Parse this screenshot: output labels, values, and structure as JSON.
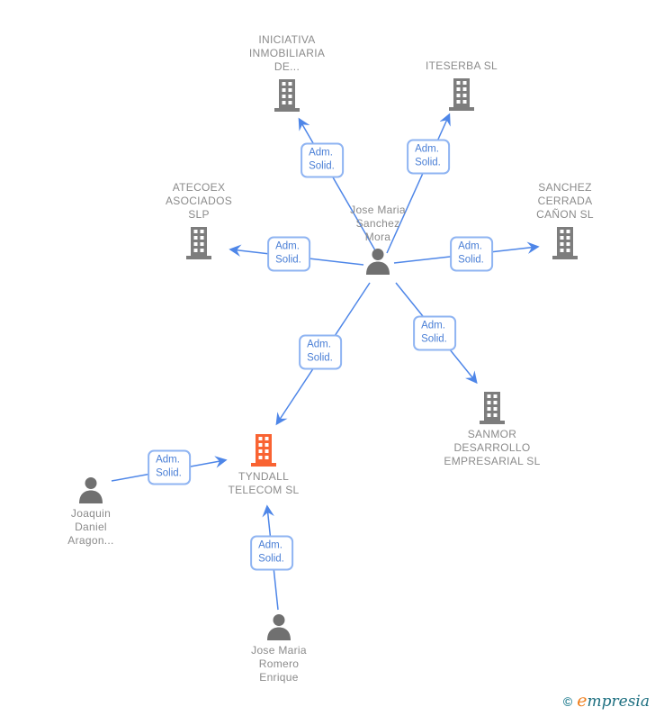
{
  "diagram": {
    "title": "Corporate relationships graph",
    "colors": {
      "edge_blue": "#4e86e8",
      "edge_label_border": "#8fb4f2",
      "edge_label_text": "#4a7fd6",
      "node_text_gray": "#8b8b8b",
      "icon_gray": "#7d7d7d",
      "icon_highlight_orange": "#f96332",
      "brand_teal": "#1d6f80",
      "brand_orange": "#ef7d1a"
    },
    "nodes": [
      {
        "id": "iniciativa-inmobiliaria",
        "type": "company",
        "label": "INICIATIVA\nINMOBILIARIA\nDE..."
      },
      {
        "id": "iteserba",
        "type": "company",
        "label": "ITESERBA  SL"
      },
      {
        "id": "atecoex-asociados",
        "type": "company",
        "label": "ATECOEX\nASOCIADOS\nSLP"
      },
      {
        "id": "sanchez-cerrada-canon",
        "type": "company",
        "label": "SANCHEZ\nCERRADA\nCAÑON SL"
      },
      {
        "id": "jose-maria-sanchez-mora",
        "type": "person",
        "label": "Jose Maria\nSanchez\nMora"
      },
      {
        "id": "sanmor-desarrollo",
        "type": "company",
        "label": "SANMOR\nDESARROLLO\nEMPRESARIAL SL"
      },
      {
        "id": "tyndall-telecom",
        "type": "company-highlight",
        "label": "TYNDALL\nTELECOM  SL"
      },
      {
        "id": "joaquin-daniel-aragon",
        "type": "person",
        "label": "Joaquin\nDaniel\nAragon..."
      },
      {
        "id": "jose-maria-romero-enrique",
        "type": "person",
        "label": "Jose Maria\nRomero\nEnrique"
      }
    ],
    "edges": [
      {
        "from": "jose-maria-sanchez-mora",
        "to": "iniciativa-inmobiliaria",
        "label": "Adm.\nSolid."
      },
      {
        "from": "jose-maria-sanchez-mora",
        "to": "iteserba",
        "label": "Adm.\nSolid."
      },
      {
        "from": "jose-maria-sanchez-mora",
        "to": "atecoex-asociados",
        "label": "Adm.\nSolid."
      },
      {
        "from": "jose-maria-sanchez-mora",
        "to": "sanchez-cerrada-canon",
        "label": "Adm.\nSolid."
      },
      {
        "from": "jose-maria-sanchez-mora",
        "to": "sanmor-desarrollo",
        "label": "Adm.\nSolid."
      },
      {
        "from": "jose-maria-sanchez-mora",
        "to": "tyndall-telecom",
        "label": "Adm.\nSolid."
      },
      {
        "from": "joaquin-daniel-aragon",
        "to": "tyndall-telecom",
        "label": "Adm.\nSolid."
      },
      {
        "from": "jose-maria-romero-enrique",
        "to": "tyndall-telecom",
        "label": "Adm.\nSolid."
      }
    ],
    "watermark": {
      "copyright": "©",
      "brand_first": "e",
      "brand_rest": "mpresia"
    }
  }
}
